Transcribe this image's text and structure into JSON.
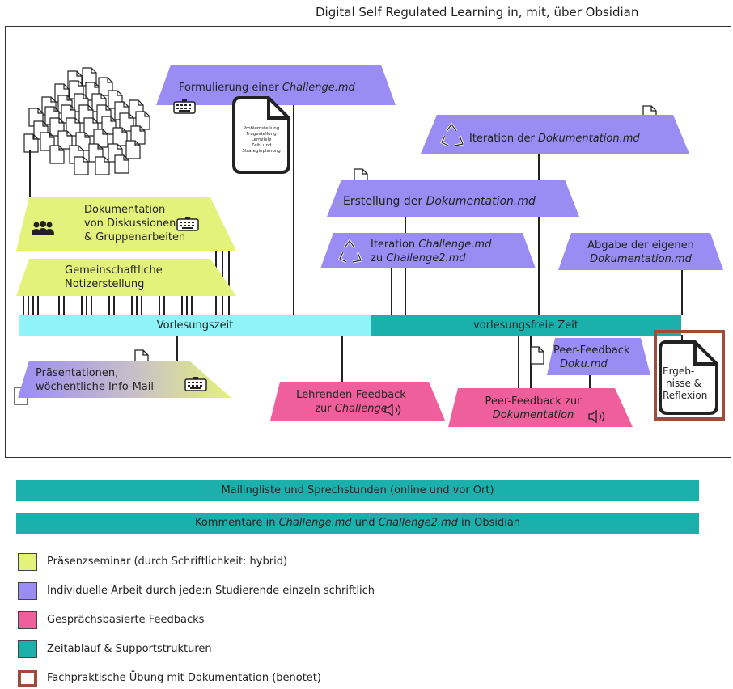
{
  "title": "Digital Self Regulated Learning in, mit, über Obsidian",
  "colors": {
    "presence": "#e3f27a",
    "individual": "#9b8cf3",
    "feedback": "#ee5f9c",
    "timeline": "#1bb0ab",
    "lecture": "#8ef4f7",
    "graded": "#a14a3c"
  },
  "nodes": {
    "formulierung": {
      "pre": "Formulierung einer ",
      "em": "Challenge.md",
      "icon": "keyboard-icon"
    },
    "problem_doc": {
      "lines": [
        "Problemstellung",
        "Fragestellung",
        "Lernziele",
        "Zeit- und",
        "Strategieplanung"
      ]
    },
    "iteration_doku": {
      "pre": "Iteration der ",
      "em": "Dokumentation.md"
    },
    "erstellung": {
      "pre": "Erstellung der ",
      "em": "Dokumentation.md"
    },
    "iteration_challenge": {
      "l1_pre": "Iteration ",
      "l1_em": "Challenge.md",
      "l2_pre": "zu ",
      "l2_em": "Challenge2.md"
    },
    "abgabe": {
      "l1": "Abgabe der eigenen",
      "l2_em": "Dokumentation.md"
    },
    "dokumentation_diskussion": {
      "lines": [
        "Dokumentation",
        "von Diskussionen",
        "& Gruppenarbeiten"
      ]
    },
    "notizen": {
      "lines": [
        "Gemeinschaftliche",
        "Notizerstellung"
      ]
    },
    "praesentationen": {
      "lines": [
        "Präsentationen,",
        "wöchentliche Info-Mail"
      ]
    },
    "lehrenden_feedback": {
      "l1": "Lehrenden-Feedback",
      "l2_pre": "zur ",
      "l2_em": "Challenge"
    },
    "peer_feedback_doku": {
      "l1": "Peer-Feedback zur",
      "l2_em": "Dokumentation"
    },
    "peer_feedback_md": {
      "l1": "Peer-Feedback",
      "l2_em": "Doku.md"
    },
    "ergebnisse": {
      "lines": [
        "Ergeb-",
        "nisse &",
        "Reflexion"
      ]
    }
  },
  "timeline": {
    "lecture_label": "Vorlesungszeit",
    "free_label": "vorlesungsfreie Zeit"
  },
  "support": {
    "bar1": "Mailingliste und Sprechstunden (online und vor Ort)",
    "bar2_pre": "Kommentare in ",
    "bar2_em1": "Challenge.md",
    "bar2_mid": " und ",
    "bar2_em2": "Challenge2.md",
    "bar2_post": " in Obsidian"
  },
  "legend": [
    {
      "color": "#e3f27a",
      "label": "Präsenzseminar (durch Schriftlichkeit: hybrid)"
    },
    {
      "color": "#9b8cf3",
      "label": "Individuelle Arbeit durch jede:n Studierende einzeln schriftlich"
    },
    {
      "color": "#ee5f9c",
      "label": "Gesprächsbasierte Feedbacks"
    },
    {
      "color": "#1bb0ab",
      "label": "Zeitablauf & Supportstrukturen"
    },
    {
      "color": "#ffffff",
      "label": "Fachpraktische Übung mit Dokumentation (benotet)",
      "border": "#a14a3c"
    }
  ]
}
